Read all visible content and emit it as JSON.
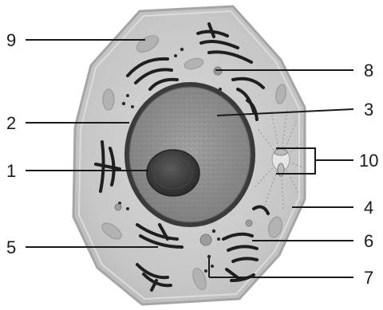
{
  "diagram": {
    "labels": {
      "l1": "1",
      "l2": "2",
      "l3": "3",
      "l4": "4",
      "l5": "5",
      "l6": "6",
      "l7": "7",
      "l8": "8",
      "l9": "9",
      "l10": "10"
    },
    "colors": {
      "cytoplasm": "#c9c9c9",
      "cell_membrane": "#a7a7a7",
      "nuclear_envelope": "#3f3f3f",
      "nucleoplasm": "#8f8f8f",
      "nucleolus": "#3c3c3c",
      "organelle_dark": "#1f1f1f",
      "mitochondria": "#b5b5b5",
      "leader_line": "#1a1a1a"
    }
  }
}
